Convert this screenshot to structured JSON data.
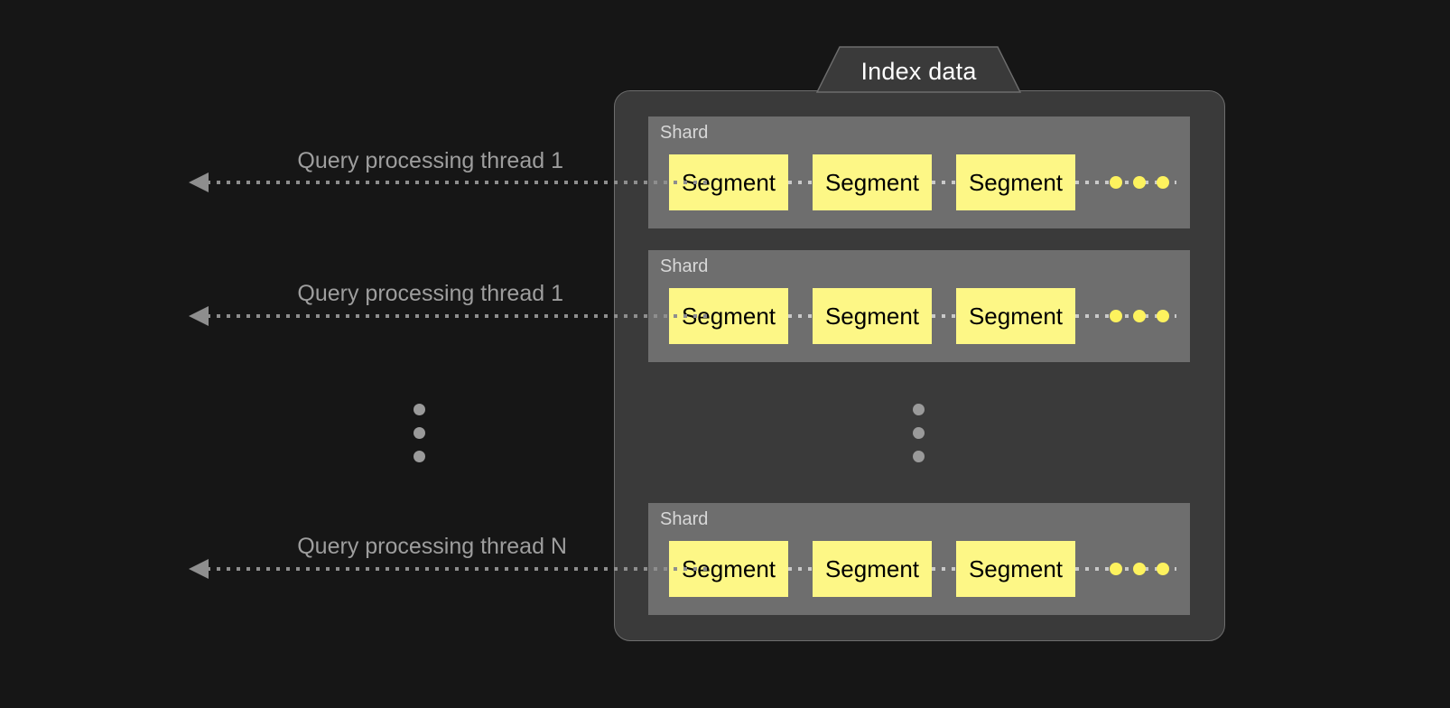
{
  "background_color": "#161616",
  "panel": {
    "tab_label": "Index data",
    "tab_bg": "#3a3a3a",
    "panel_bg": "#3a3a3a",
    "border_color": "#6d6d6d"
  },
  "colors": {
    "shard_bg": "#6e6e6e",
    "segment_bg": "#fdf786",
    "segment_text": "#000000",
    "dot_yellow": "#fdf25e",
    "dotted_line": "#c9c9c9",
    "thread_line": "#8e8e8e",
    "thread_text": "#9e9e9e",
    "shard_label_text": "#d8d8d8",
    "ellipsis_dot": "#9a9a9a"
  },
  "threads": [
    {
      "label": "Query processing thread 1"
    },
    {
      "label": "Query processing thread 1"
    },
    {
      "label": "Query processing thread N"
    }
  ],
  "shards": [
    {
      "label": "Shard",
      "segments": [
        {
          "label": "Segment"
        },
        {
          "label": "Segment"
        },
        {
          "label": "Segment"
        }
      ],
      "trailing_dots": 3
    },
    {
      "label": "Shard",
      "segments": [
        {
          "label": "Segment"
        },
        {
          "label": "Segment"
        },
        {
          "label": "Segment"
        }
      ],
      "trailing_dots": 3
    },
    {
      "label": "Shard",
      "segments": [
        {
          "label": "Segment"
        },
        {
          "label": "Segment"
        },
        {
          "label": "Segment"
        }
      ],
      "trailing_dots": 3
    }
  ],
  "ellipsis": {
    "left_dots": 3,
    "panel_dots": 3
  }
}
